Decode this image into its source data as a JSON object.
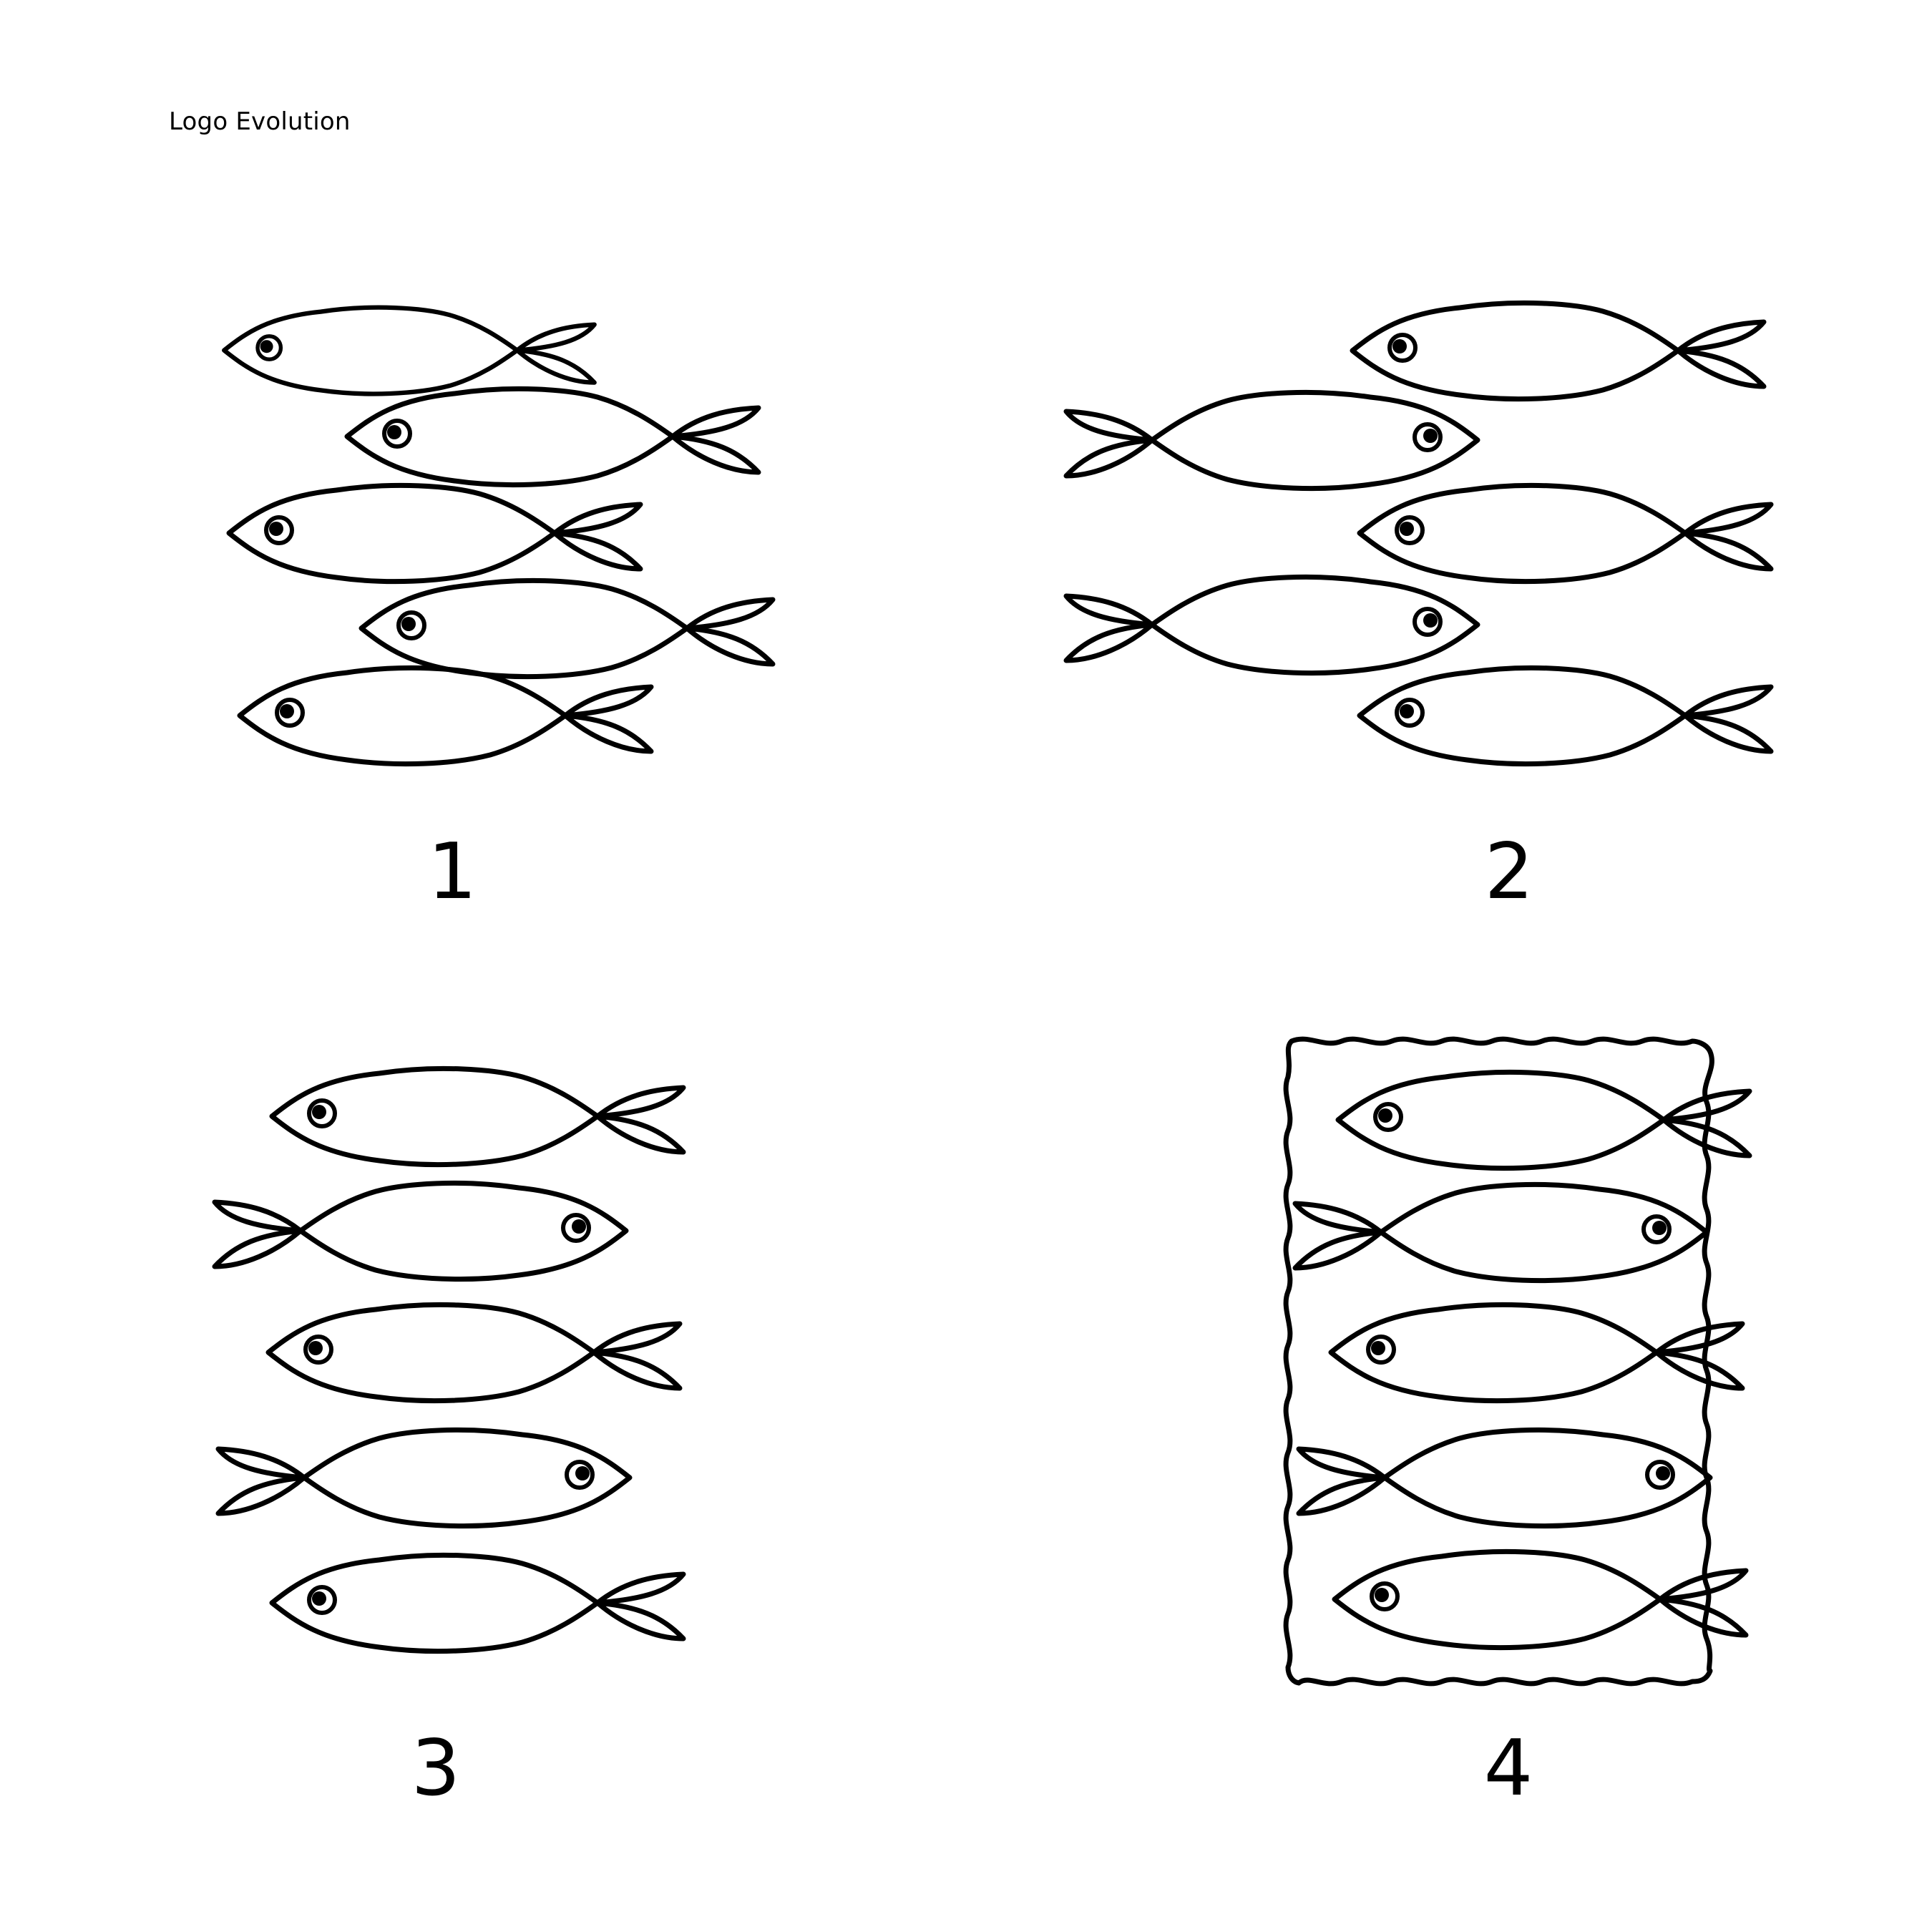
{
  "header": {
    "title": "Logo Evolution"
  },
  "variants": [
    {
      "label": "1",
      "fish_directions": [
        "left",
        "left",
        "left",
        "left",
        "left"
      ]
    },
    {
      "label": "2",
      "fish_directions": [
        "left",
        "right",
        "left",
        "right",
        "left"
      ]
    },
    {
      "label": "3",
      "fish_directions": [
        "left",
        "right",
        "left",
        "right",
        "left"
      ]
    },
    {
      "label": "4",
      "fish_directions": [
        "left",
        "right",
        "left",
        "right",
        "left"
      ],
      "frame": "wavy-rectangle"
    }
  ],
  "colors": {
    "stroke": "#000000",
    "background": "#ffffff"
  }
}
